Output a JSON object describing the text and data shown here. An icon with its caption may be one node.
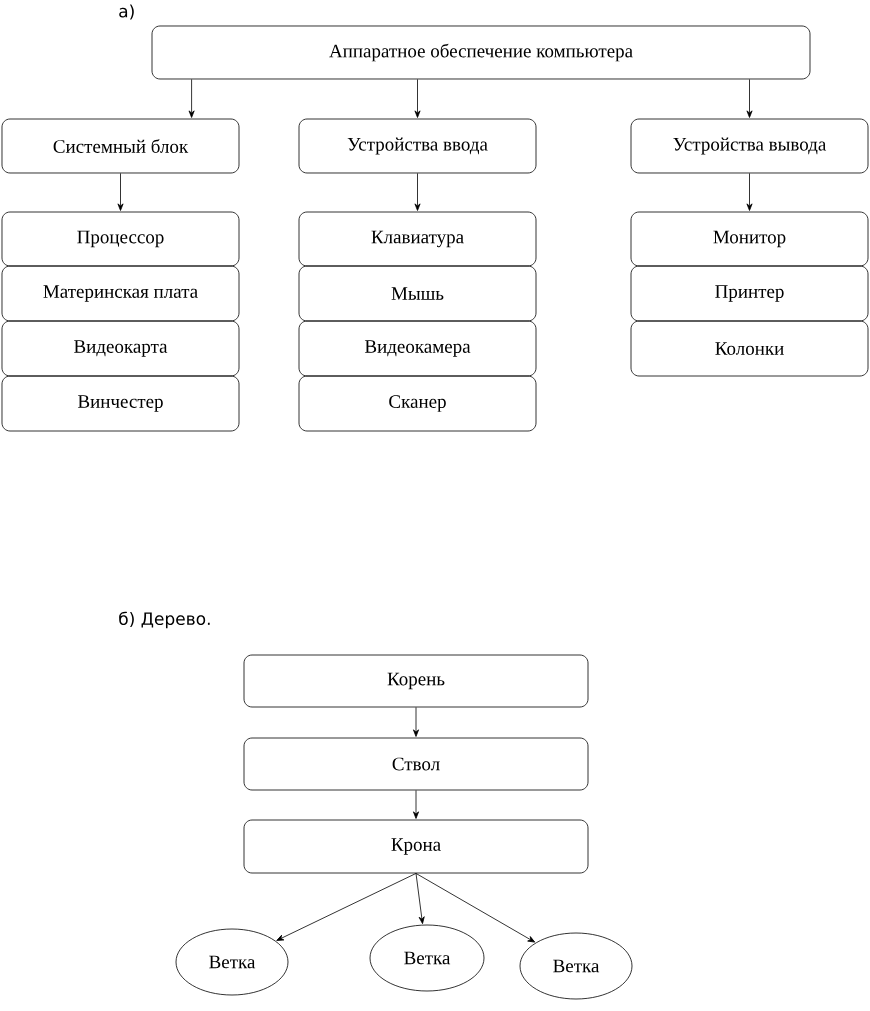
{
  "diagram": {
    "nodes": [
      {
        "text": [
          "Аппаратное обеспечение компьютера"
        ]
      },
      {
        "text": [
          "Системный блок"
        ]
      },
      {
        "text": [
          "Устройства ввода"
        ]
      },
      {
        "text": [
          "Устройства вывода"
        ]
      },
      {
        "text": [
          "Процессор"
        ]
      },
      {
        "text": [
          "Материнская плата"
        ]
      },
      {
        "text": [
          "Видеокарта"
        ]
      },
      {
        "text": [
          "Винчестер"
        ]
      },
      {
        "text": [
          "Клавиатура"
        ]
      },
      {
        "text": [
          "Мышь"
        ]
      },
      {
        "text": [
          "Видеокамера"
        ]
      },
      {
        "text": [
          "Сканер"
        ]
      },
      {
        "text": [
          "Монитор"
        ]
      },
      {
        "text": [
          "Принтер"
        ]
      },
      {
        "text": [
          "Колонки"
        ]
      },
      {
        "text": [
          "Корень"
        ]
      },
      {
        "text": [
          "Ствол"
        ]
      },
      {
        "text": [
          "Крона"
        ]
      },
      {
        "text": [
          "Ветка"
        ]
      },
      {
        "text": [
          "Ветка"
        ]
      },
      {
        "text": [
          "Ветка"
        ]
      }
    ],
    "edges": [
      {
        "from": 0,
        "to": 1,
        "arrow": "to"
      },
      {
        "from": 0,
        "to": 2,
        "arrow": "to"
      },
      {
        "from": 0,
        "to": 3,
        "arrow": "to"
      },
      {
        "from": 1,
        "to": 4,
        "arrow": "to"
      },
      {
        "from": 2,
        "to": 8,
        "arrow": "to"
      },
      {
        "from": 3,
        "to": 12,
        "arrow": "to"
      },
      {
        "from": 15,
        "to": 16,
        "arrow": "to"
      },
      {
        "from": 16,
        "to": 17,
        "arrow": "to"
      },
      {
        "from": 17,
        "to": 18,
        "arrow": "to"
      },
      {
        "from": 17,
        "to": 19,
        "arrow": "to"
      },
      {
        "from": 17,
        "to": 20,
        "arrow": "to"
      }
    ],
    "labels": [
      "а)",
      "б) Дерево."
    ]
  }
}
